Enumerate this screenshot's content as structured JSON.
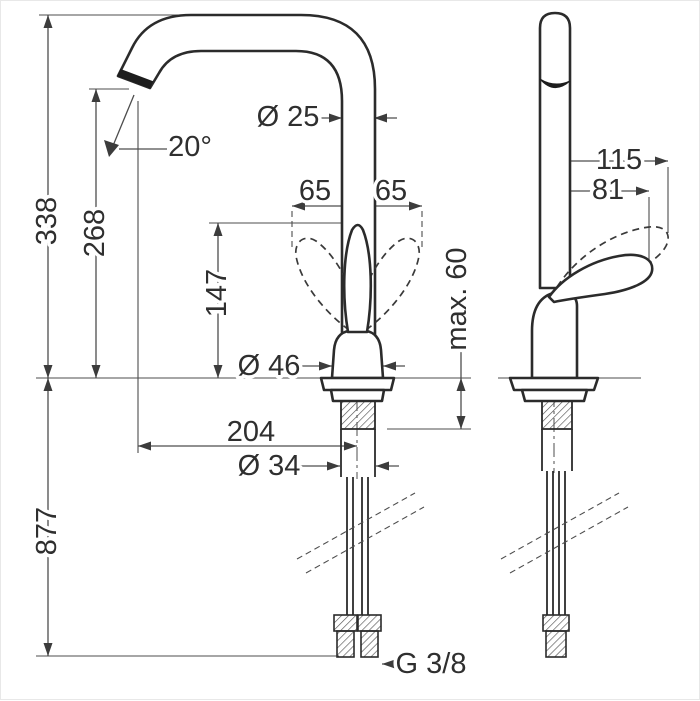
{
  "diagram": {
    "type": "technical-dimension-drawing",
    "subject": "single-lever kitchen mixer faucet, front and side views",
    "colors": {
      "background": "#ffffff",
      "outline": "#2b2b2b",
      "dimension": "#4d4d4d"
    },
    "front_view": {
      "total_height": "338",
      "spout_height": "268",
      "hose_length": "877",
      "handle_height": "147",
      "spout_pipe_diameter": "Ø 25",
      "spout_angle": "20°",
      "handle_swing_left": "65",
      "handle_swing_right": "65",
      "max_counter_thickness": "max. 60",
      "body_diameter": "Ø 46",
      "spout_reach": "204",
      "shank_diameter": "Ø 34",
      "connection_thread": "G 3/8"
    },
    "side_view": {
      "handle_projection_open": "115",
      "handle_projection": "81"
    }
  }
}
